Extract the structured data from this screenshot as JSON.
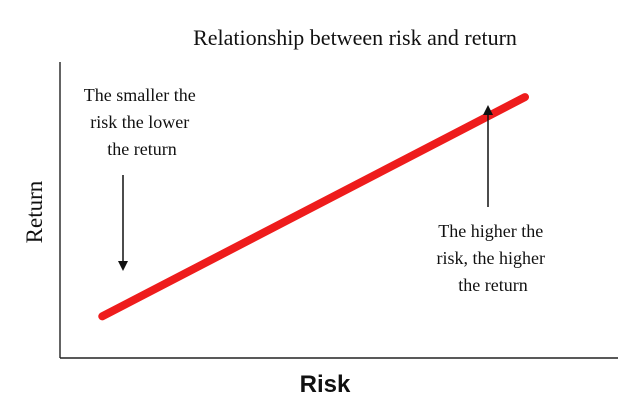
{
  "chart_data": {
    "type": "line",
    "title": "Relationship between risk and return",
    "xlabel": "Risk",
    "ylabel": "Return",
    "series": [
      {
        "x": [
          0,
          1
        ],
        "y": [
          0,
          1
        ]
      }
    ],
    "xlim": [
      -0.1,
      1.22
    ],
    "ylim": [
      -0.19,
      1.16
    ],
    "grid": false,
    "annotations": [
      {
        "lines": [
          "The smaller the",
          "risk the lower",
          "the return"
        ],
        "points_to": "low-risk end"
      },
      {
        "lines": [
          "The higher the",
          "risk, the higher",
          "the return"
        ],
        "points_to": "high-risk end"
      }
    ],
    "colors": {
      "line": "#ee1c1c",
      "axes": "#222222",
      "text": "#111111"
    }
  }
}
